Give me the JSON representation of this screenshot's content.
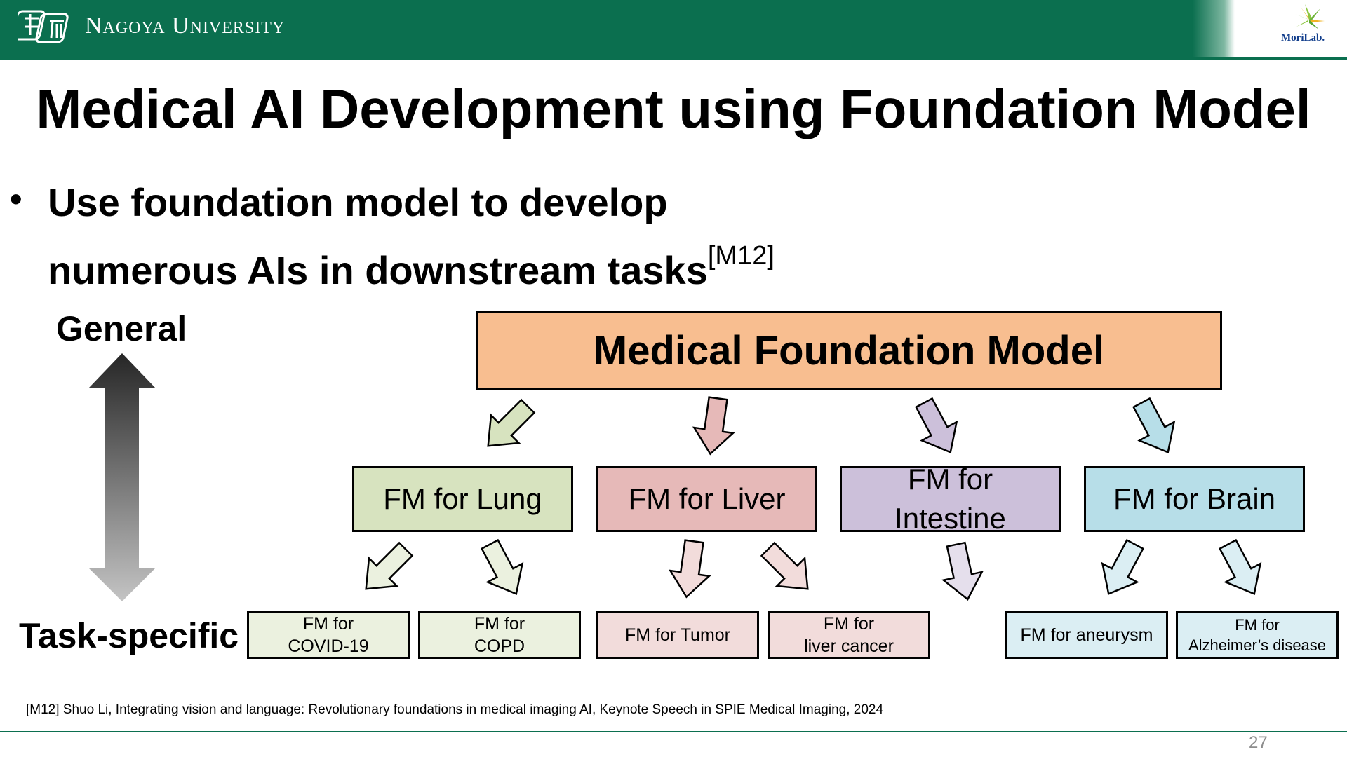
{
  "header": {
    "university_name": "Nagoya University",
    "lab_logo_text": "MoriLab."
  },
  "slide": {
    "title": "Medical AI Development using Foundation Model",
    "bullet": {
      "line1": "Use foundation model to develop",
      "line2": "numerous AIs in downstream tasks",
      "citation": "[M12]"
    },
    "scale": {
      "top_label": "General",
      "bottom_label": "Task-specific"
    },
    "diagram": {
      "root": "Medical Foundation Model",
      "mid": {
        "lung": "FM for Lung",
        "liver": "FM for Liver",
        "intestine_line1": "FM for",
        "intestine_line2": "Intestine",
        "brain": "FM for Brain"
      },
      "leaves": {
        "covid_line1": "FM for",
        "covid_line2": "COVID-19",
        "copd_line1": "FM for",
        "copd_line2": "COPD",
        "tumor": "FM for Tumor",
        "liver_cancer_line1": "FM for",
        "liver_cancer_line2": "liver cancer",
        "aneurysm": "FM for aneurysm",
        "alzheimers_line1": "FM for",
        "alzheimers_line2": "Alzheimer’s disease"
      },
      "colors": {
        "root": "#f8be90",
        "lung": "#d7e3bf",
        "liver": "#e6b9b8",
        "intestine": "#ccc0da",
        "brain": "#b7dee8",
        "lung_leaf": "#ebf1df",
        "liver_leaf": "#f2dcdb",
        "brain_leaf": "#dbeef3"
      }
    },
    "reference": "[M12] Shuo Li, Integrating vision and language: Revolutionary foundations in medical imaging AI, Keynote Speech in SPIE Medical Imaging, 2024",
    "page_number": "27"
  }
}
